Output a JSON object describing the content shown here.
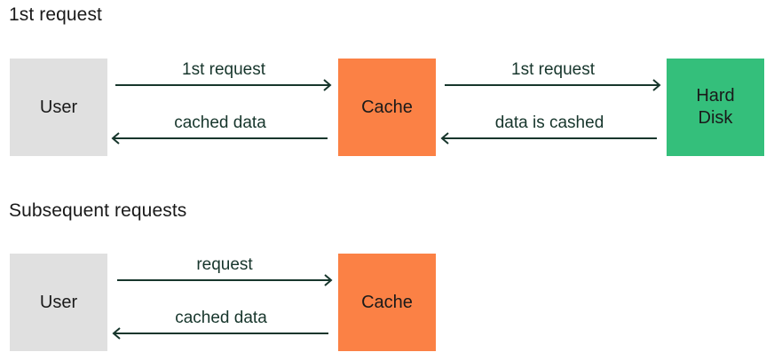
{
  "sections": [
    {
      "title": "1st request",
      "nodes": {
        "user": "User",
        "cache": "Cache",
        "disk": [
          "Hard",
          "Disk"
        ]
      },
      "edges": {
        "user_to_cache": "1st request",
        "cache_to_user": "cached data",
        "cache_to_disk": "1st request",
        "disk_to_cache": "data is cashed"
      }
    },
    {
      "title": "Subsequent requests",
      "nodes": {
        "user": "User",
        "cache": "Cache"
      },
      "edges": {
        "user_to_cache": "request",
        "cache_to_user": "cached data"
      }
    }
  ],
  "colors": {
    "user_box": "#e0e0e0",
    "cache_box": "#fb8145",
    "disk_box": "#34bf7b",
    "arrow": "#17362c"
  }
}
